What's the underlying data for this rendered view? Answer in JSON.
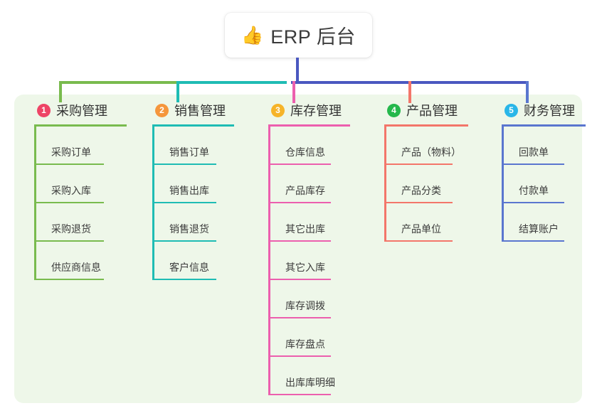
{
  "root": {
    "icon": "thumbs-up-icon",
    "emoji": "👍",
    "title": "ERP 后台"
  },
  "theme": {
    "panel_bg": "#eef7e9",
    "trunk_color": "#4a58c0",
    "root_text": "#3b3b3b"
  },
  "columns": [
    {
      "number": "1",
      "title": "采购管理",
      "badge_color": "#ee4466",
      "line_color": "#79bb4e",
      "items": [
        {
          "label": "采购订单"
        },
        {
          "label": "采购入库"
        },
        {
          "label": "采购退货"
        },
        {
          "label": "供应商信息"
        }
      ]
    },
    {
      "number": "2",
      "title": "销售管理",
      "badge_color": "#f5963c",
      "line_color": "#1fbcb4",
      "items": [
        {
          "label": "销售订单"
        },
        {
          "label": "销售出库"
        },
        {
          "label": "销售退货"
        },
        {
          "label": "客户信息"
        }
      ]
    },
    {
      "number": "3",
      "title": "库存管理",
      "badge_color": "#f6b429",
      "line_color": "#ec5fae",
      "items": [
        {
          "label": "仓库信息"
        },
        {
          "label": "产品库存"
        },
        {
          "label": "其它出库"
        },
        {
          "label": "其它入库"
        },
        {
          "label": "库存调拨"
        },
        {
          "label": "库存盘点"
        },
        {
          "label": "出库库明细"
        }
      ]
    },
    {
      "number": "4",
      "title": "产品管理",
      "badge_color": "#25b84c",
      "line_color": "#f3766a",
      "items": [
        {
          "label": "产品（物料）"
        },
        {
          "label": "产品分类"
        },
        {
          "label": "产品单位"
        }
      ]
    },
    {
      "number": "5",
      "title": "财务管理",
      "badge_color": "#29b6e8",
      "line_color": "#5a76cf",
      "items": [
        {
          "label": "回款单"
        },
        {
          "label": "付款单"
        },
        {
          "label": "结算账户"
        }
      ]
    }
  ]
}
